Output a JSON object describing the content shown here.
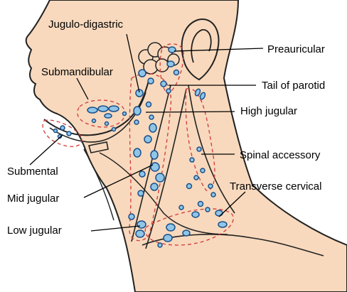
{
  "labels": {
    "jugulo_digastric": "Jugulo-digastric",
    "submandibular": "Submandibular",
    "submental": "Submental",
    "mid_jugular": "Mid jugular",
    "low_jugular": "Low jugular",
    "preauricular": "Preauricular",
    "tail_of_parotid": "Tail of parotid",
    "high_jugular": "High jugular",
    "spinal_accessory": "Spinal accessory",
    "transverse_cervical": "Transverse cervical"
  },
  "colors": {
    "skin": "#f8d9bd",
    "outline": "#222222",
    "node_fill": "#8fc6e8",
    "node_stroke": "#1a4f8a",
    "region_dash": "#d23a3a"
  }
}
